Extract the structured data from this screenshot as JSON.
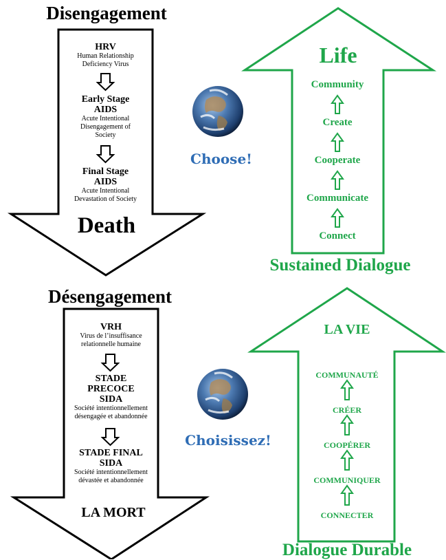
{
  "top": {
    "disengagement": "Disengagement",
    "hrv": "HRV",
    "hrv_desc_1": "Human Relationship",
    "hrv_desc_2": "Deficiency Virus",
    "early_1": "Early Stage",
    "early_2": "AIDS",
    "early_desc_1": "Acute Intentional",
    "early_desc_2": "Disengagement of",
    "early_desc_3": "Society",
    "final_1": "Final Stage",
    "final_2": "AIDS",
    "final_desc_1": "Acute Intentional",
    "final_desc_2": "Devastation of Society",
    "death": "Death",
    "choose": "Choose!",
    "life": "Life",
    "steps": [
      "Community",
      "Create",
      "Cooperate",
      "Communicate",
      "Connect"
    ],
    "sustained": "Sustained Dialogue"
  },
  "bottom": {
    "disengagement": "Désengagement",
    "vrh": "VRH",
    "vrh_desc_1": "Virus de l’insuffisance",
    "vrh_desc_2": "relationnelle humaine",
    "early_1": "STADE",
    "early_2": "PRECOCE",
    "early_3": "SIDA",
    "early_desc_1": "Société intentionnellement",
    "early_desc_2": "désengagée et abandonnée",
    "final_1": "STADE FINAL",
    "final_2": "SIDA",
    "final_desc_1": "Société intentionnellement",
    "final_desc_2": "dévastée et abandonnée",
    "death": "LA MORT",
    "choose": "Choisissez!",
    "life": "LA VIE",
    "steps": [
      "COMMUNAUTÉ",
      "CRÉER",
      "COOPÉRER",
      "COMMUNIQUER",
      "CONNECTER"
    ],
    "sustained": "Dialogue Durable"
  },
  "colors": {
    "green": "#1fa64a",
    "blue": "#2f6db5",
    "black": "#000000"
  }
}
